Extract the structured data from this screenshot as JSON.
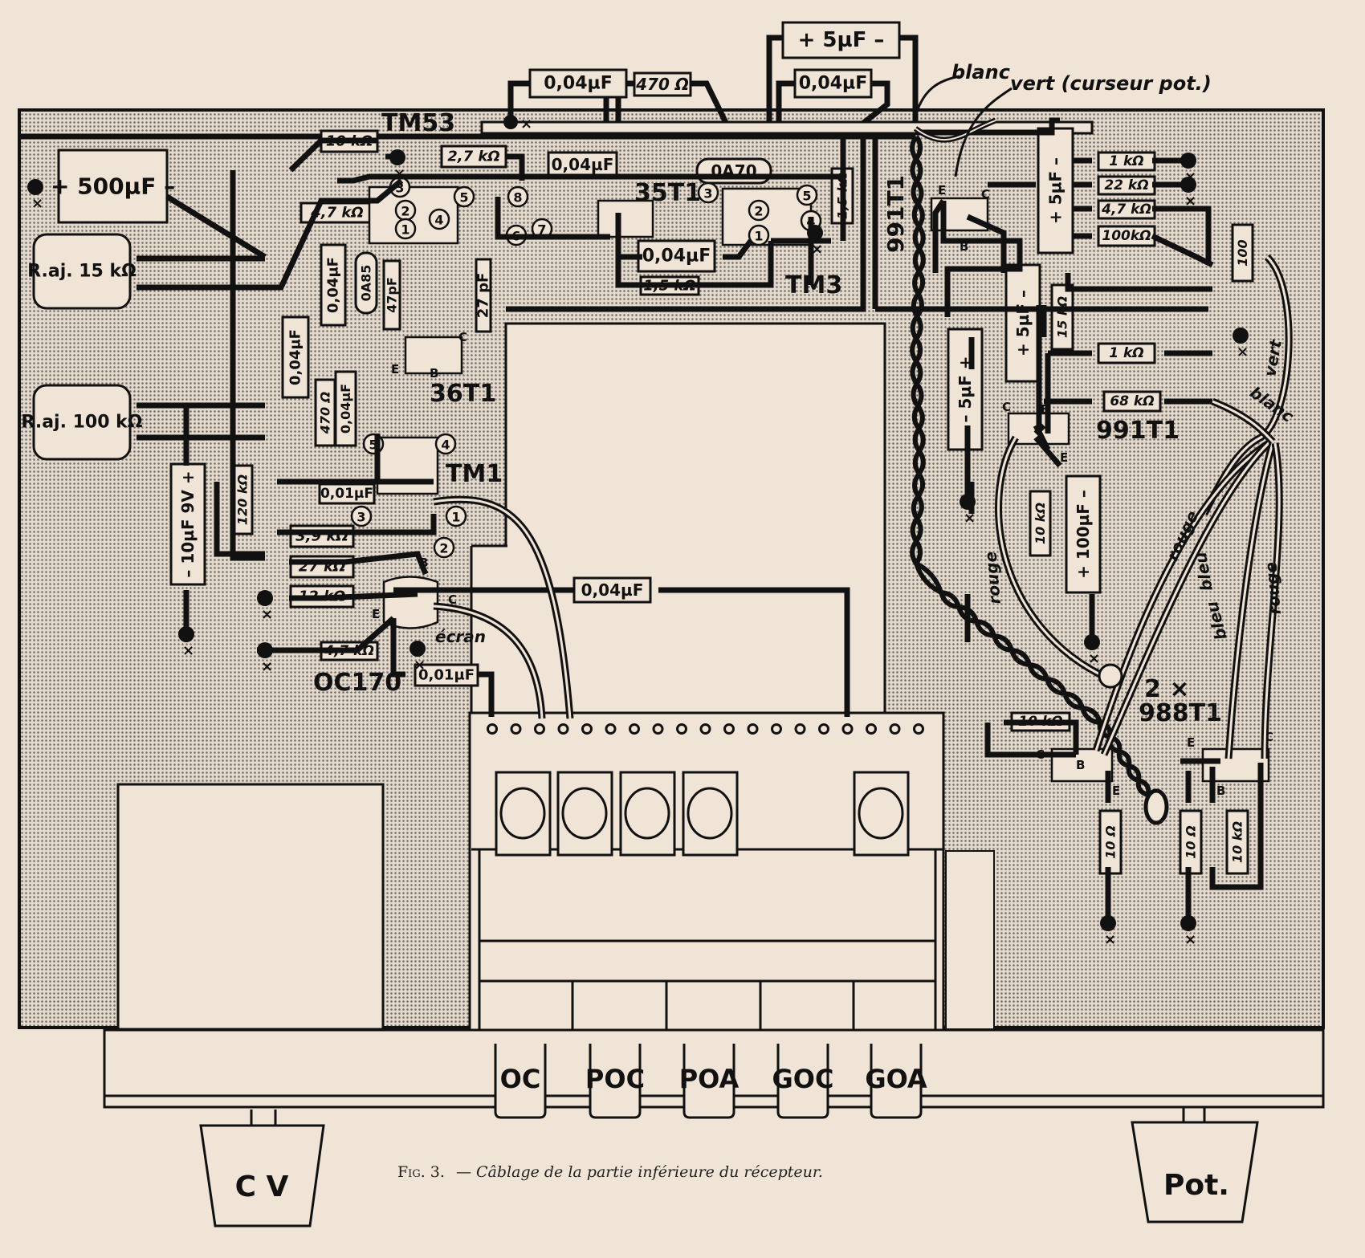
{
  "figure": {
    "caption_prefix": "Fig. 3.",
    "caption_text": "— Câblage de la partie inférieure du récepteur."
  },
  "colors": {
    "paper": "#f0e4d6",
    "board": "#d9d0c4",
    "ink": "#111111"
  },
  "wire_labels": {
    "blanc_top": "blanc",
    "vert_curseur": "vert (curseur pot.)",
    "vert_right": "vert",
    "blanc_right": "blanc",
    "rouge_left": "rouge",
    "rouge_mid": "rouge",
    "bleu_1": "bleu",
    "bleu_2": "bleu",
    "rouge_right": "rouge",
    "ecran": "écran"
  },
  "transistors": {
    "tm53": "TM53",
    "t35": "35T1",
    "tm3": "TM3",
    "t36": "36T1",
    "tm1": "TM1",
    "oc170": "OC170",
    "t991_vert": "991T1",
    "t991": "991T1",
    "t988_count": "2 ×",
    "t988": "988T1"
  },
  "pins": {
    "e": "E",
    "b": "B",
    "c": "C"
  },
  "components": {
    "c500": {
      "plus": "+",
      "value": "500µF",
      "minus": "–"
    },
    "raj15": {
      "line1": "R.aj.",
      "line2": "15 kΩ"
    },
    "raj100": {
      "line1": "R.aj.",
      "line2": "100 kΩ"
    },
    "r10k_top": "10 kΩ",
    "r27k_top": "2,7 kΩ",
    "r47k_top": "4,7 kΩ",
    "c004_top1": "0,04µF",
    "r470_top": "470 Ω",
    "c5_top": {
      "plus": "+",
      "value": "5µF",
      "minus": "–"
    },
    "c004_top2": "0,04µF",
    "c004_35": "0,04µF",
    "oa70": "0A70",
    "c004_tm3": "0,04µF",
    "r15k_tm3": "1,5 kΩ",
    "r15k_vert": "1,5 kΩ",
    "c004_v1": "0,04µF",
    "oa85": "0A85",
    "c47p": "47pF",
    "c27p": "27 pF",
    "c004_v2": "0,04µF",
    "r470_v": "470 Ω",
    "c004_v3": "0,04µF",
    "r120k": "120 kΩ",
    "c10u": {
      "minus": "–",
      "value": "10µF",
      "volt": "9V",
      "plus": "+"
    },
    "c001_tm1": "0,01µF",
    "r39k": "3,9 kΩ",
    "r27k": "27 kΩ",
    "r12k": "12 kΩ",
    "r47k_oc": "4,7 kΩ",
    "c001_oc": "0,01µF",
    "c004_mid": "0,04µF",
    "c5_right_top": {
      "plus": "+",
      "value": "5µF",
      "minus": "–"
    },
    "r1k_a": "1 kΩ",
    "r22k": "22 kΩ",
    "r47k_r": "4,7 kΩ",
    "r100k": "100kΩ",
    "r100_vert": "100",
    "c5_mid_a": {
      "minus": "–",
      "value": "5µF",
      "plus": "+"
    },
    "c5_mid_b": {
      "plus": "+",
      "value": "5µF",
      "minus": "–"
    },
    "r15k_r": "15 kΩ",
    "r1k_b": "1 kΩ",
    "r68k": "68 kΩ",
    "r10k_991": "10 kΩ",
    "c100u": {
      "plus": "+",
      "value": "100µF",
      "minus": "–"
    },
    "r10k_988": "10 kΩ",
    "r10_a": "10 Ω",
    "r10_b": "10 Ω",
    "r10k_988b": "10 kΩ"
  },
  "pin_numbers": {
    "tm53": [
      "3",
      "2",
      "1",
      "5",
      "4",
      "8",
      "6",
      "7"
    ],
    "tm3": [
      "3",
      "2",
      "1",
      "5",
      "4"
    ],
    "tm1": [
      "5",
      "4",
      "3",
      "1",
      "2"
    ]
  },
  "ground_mark": "×",
  "band_switch": {
    "buttons": [
      "OC",
      "POC",
      "POA",
      "GOC",
      "GOA"
    ]
  },
  "controls": {
    "cv": "C V",
    "pot": "Pot."
  }
}
